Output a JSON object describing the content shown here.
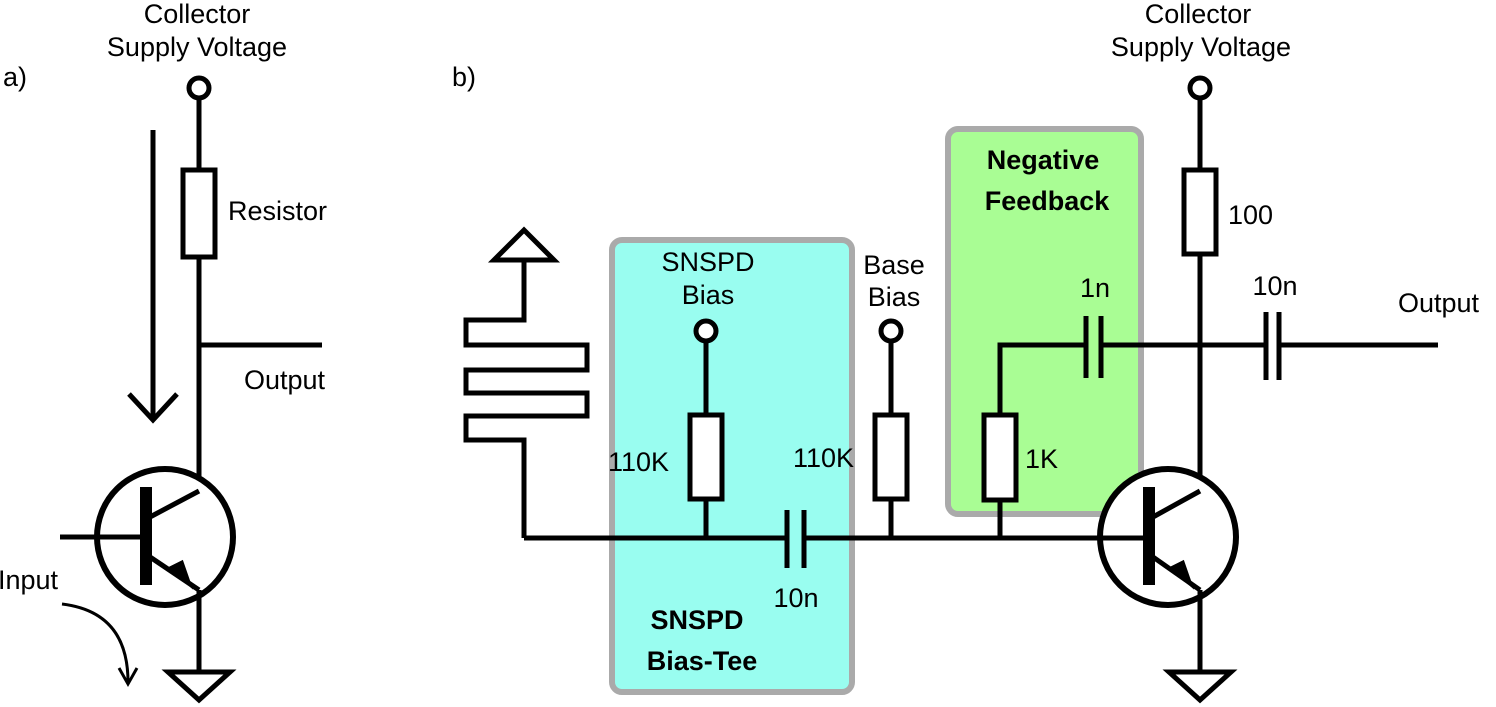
{
  "panel_a": {
    "panel_label": "a)",
    "supply_label_line1": "Collector",
    "supply_label_line2": "Supply Voltage",
    "resistor_label": "Resistor",
    "output_label": "Output",
    "input_label": "Input"
  },
  "panel_b": {
    "panel_label": "b)",
    "supply_label_line1": "Collector",
    "supply_label_line2": "Supply Voltage",
    "snspd_bias_line1": "SNSPD",
    "snspd_bias_line2": "Bias",
    "base_bias_line1": "Base",
    "base_bias_line2": "Bias",
    "r_snspd_bias": "110K",
    "r_base_bias": "110K",
    "r_feedback": "1K",
    "r_collector": "100",
    "c_bias_tee": "10n",
    "c_feedback": "1n",
    "c_output": "10n",
    "output_label": "Output",
    "bias_tee_box_line1": "SNSPD",
    "bias_tee_box_line2": "Bias-Tee",
    "feedback_box_line1": "Negative",
    "feedback_box_line2": "Feedback"
  },
  "colors": {
    "bias_tee_fill": "#99fdf0",
    "feedback_fill": "#a9fd94",
    "box_border": "#aaaaaa",
    "wire": "#000000"
  }
}
